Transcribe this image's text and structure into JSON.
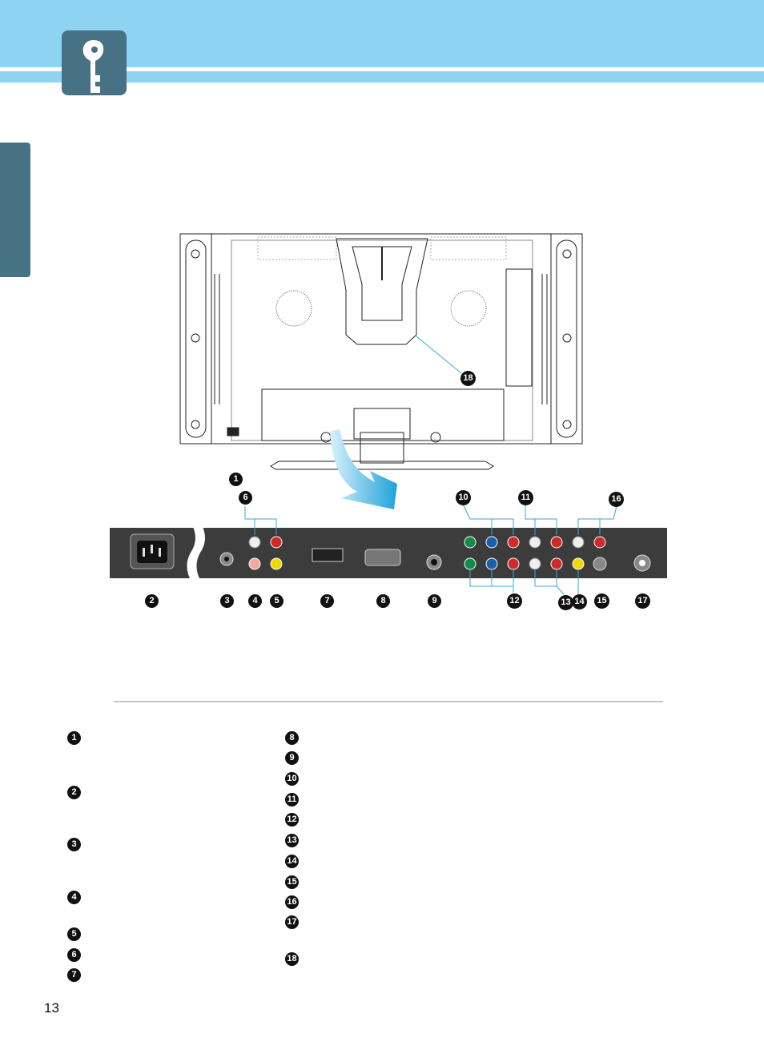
{
  "page": {
    "number": "13"
  },
  "figure": {
    "callouts": [
      "1",
      "2",
      "3",
      "4",
      "5",
      "6",
      "7",
      "8",
      "9",
      "10",
      "11",
      "12",
      "13",
      "14",
      "15",
      "16",
      "17",
      "18"
    ]
  },
  "legend": {
    "left": [
      "1",
      "2",
      "3",
      "4",
      "5",
      "6",
      "7"
    ],
    "right": [
      "8",
      "9",
      "10",
      "11",
      "12",
      "13",
      "14",
      "15",
      "16",
      "17",
      "18"
    ]
  },
  "icons": {
    "key": "key-icon",
    "arrow": "curved-arrow-icon"
  },
  "colors": {
    "header": "#8fd3f3",
    "tile": "#477185",
    "jack_red": "#d12a2a",
    "jack_green": "#118a4a",
    "jack_blue": "#1b5fa8",
    "jack_yellow": "#f2d900"
  }
}
